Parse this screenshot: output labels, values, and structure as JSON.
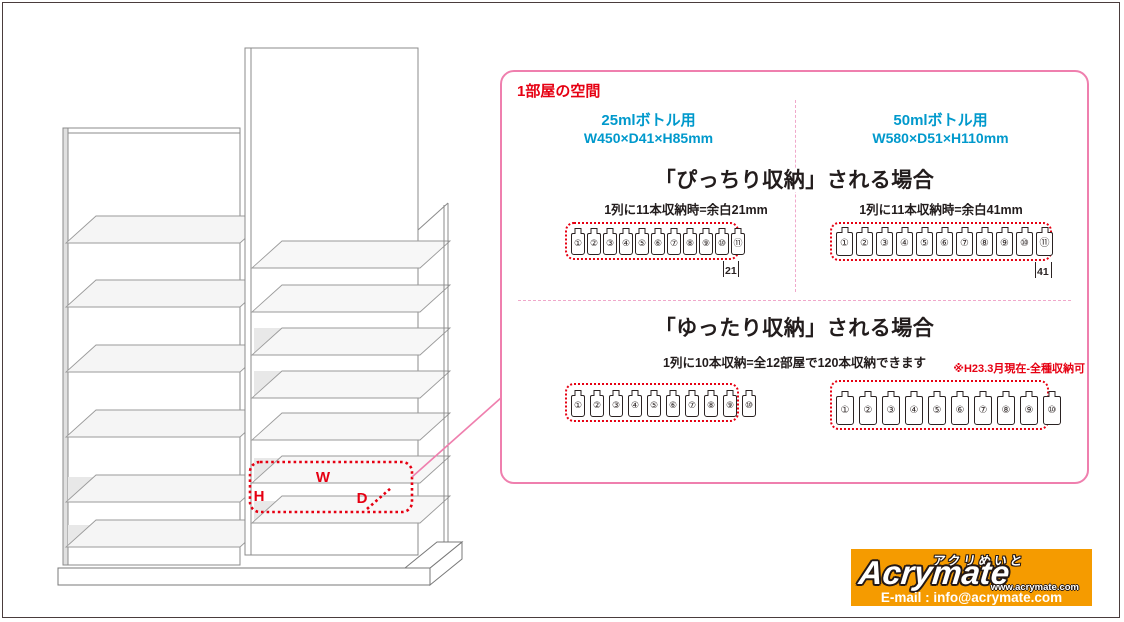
{
  "panel": {
    "title": "1部屋の空間",
    "columns": [
      {
        "header": "25mlボトル用",
        "size": "W450×D41×H85mm"
      },
      {
        "header": "50mlボトル用",
        "size": "W580×D51×H110mm"
      }
    ],
    "tight": {
      "heading": "「ぴっちり収納」される場合",
      "left_caption": "1列に11本収納時=余白21mm",
      "right_caption": "1列に11本収納時=余白41mm",
      "left_gap_mm": "21",
      "right_gap_mm": "41",
      "left_bottles": [
        "①",
        "②",
        "③",
        "④",
        "⑤",
        "⑥",
        "⑦",
        "⑧",
        "⑨",
        "⑩",
        "⑪"
      ],
      "right_bottles": [
        "①",
        "②",
        "③",
        "④",
        "⑤",
        "⑥",
        "⑦",
        "⑧",
        "⑨",
        "⑩",
        "⑪"
      ]
    },
    "loose": {
      "heading": "「ゆったり収納」される場合",
      "caption": "1列に10本収納=全12部屋で120本収納できます",
      "note": "※H23.3月現在-全種収納可",
      "left_bottles": [
        "①",
        "②",
        "③",
        "④",
        "⑤",
        "⑥",
        "⑦",
        "⑧",
        "⑨",
        "⑩"
      ],
      "right_bottles": [
        "①",
        "②",
        "③",
        "④",
        "⑤",
        "⑥",
        "⑦",
        "⑧",
        "⑨",
        "⑩"
      ]
    }
  },
  "shelf_diagram": {
    "width_label": "W",
    "height_label": "H",
    "depth_label": "D"
  },
  "logo": {
    "kana": "アクリめいと",
    "name": "Acrymate",
    "url": "www.acrymate.com",
    "email": "E-mail : info@acrymate.com"
  },
  "colors": {
    "accent_red": "#e60012",
    "spec_cyan": "#0099cc",
    "panel_pink": "#ef7fae",
    "logo_orange": "#f59b00"
  }
}
